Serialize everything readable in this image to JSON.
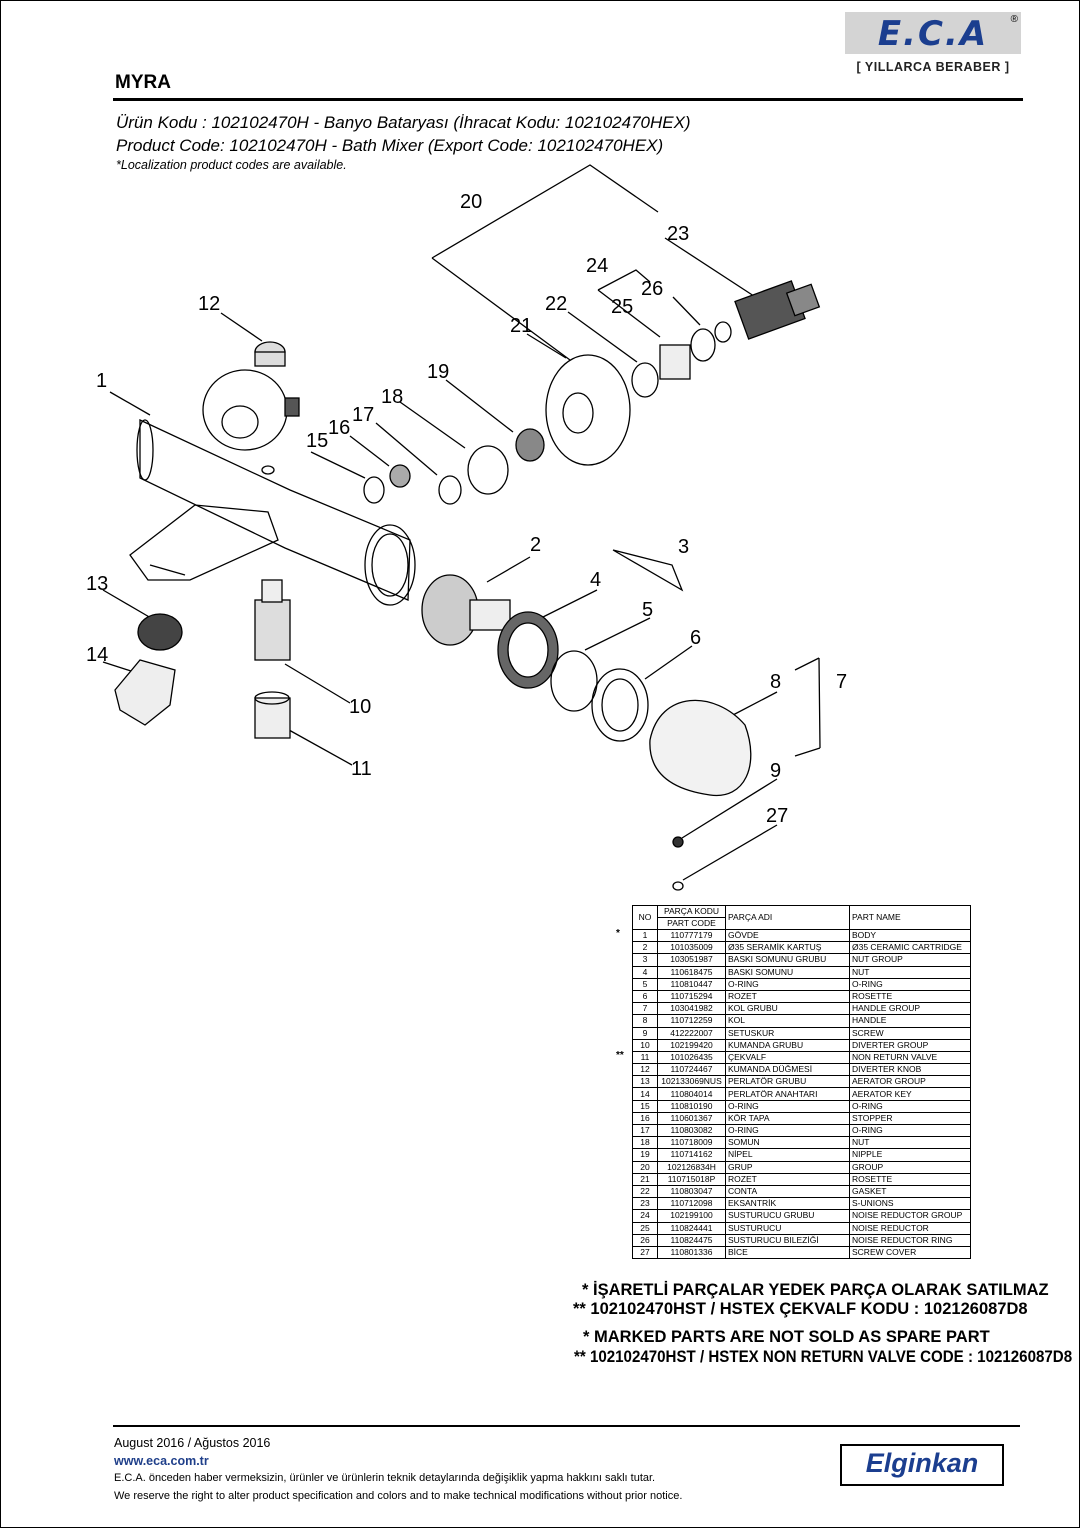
{
  "brand": {
    "logo": "E.C.A",
    "registered": "®",
    "slogan": "[ YILLARCA BERABER ]"
  },
  "model": "MYRA",
  "product": {
    "code_tr": "Ürün Kodu : 102102470H - Banyo Bataryası (İhracat Kodu: 102102470HEX)",
    "code_en": "Product Code: 102102470H - Bath Mixer (Export Code: 102102470HEX)",
    "localization_note": "*Localization product codes are available."
  },
  "callouts": [
    "1",
    "2",
    "3",
    "4",
    "5",
    "6",
    "7",
    "8",
    "9",
    "10",
    "11",
    "12",
    "13",
    "14",
    "15",
    "16",
    "17",
    "18",
    "19",
    "20",
    "21",
    "22",
    "23",
    "24",
    "25",
    "26",
    "27"
  ],
  "table": {
    "headers": {
      "no": "NO",
      "code_tr": "PARÇA KODU",
      "code_en": "PART CODE",
      "name_tr": "PARÇA ADI",
      "name_en": "PART NAME"
    },
    "rows": [
      {
        "mark": "*",
        "no": "1",
        "code": "110777179",
        "name_tr": "GÖVDE",
        "name_en": "BODY"
      },
      {
        "mark": "",
        "no": "2",
        "code": "101035009",
        "name_tr": "Ø35 SERAMİK KARTUŞ",
        "name_en": "Ø35 CERAMIC CARTRIDGE"
      },
      {
        "mark": "",
        "no": "3",
        "code": "103051987",
        "name_tr": "BASKI SOMUNU GRUBU",
        "name_en": "NUT GROUP"
      },
      {
        "mark": "",
        "no": "4",
        "code": "110618475",
        "name_tr": "BASKI SOMUNU",
        "name_en": "NUT"
      },
      {
        "mark": "",
        "no": "5",
        "code": "110810447",
        "name_tr": "O-RING",
        "name_en": "O-RING"
      },
      {
        "mark": "",
        "no": "6",
        "code": "110715294",
        "name_tr": "ROZET",
        "name_en": "ROSETTE"
      },
      {
        "mark": "",
        "no": "7",
        "code": "103041982",
        "name_tr": "KOL GRUBU",
        "name_en": "HANDLE GROUP"
      },
      {
        "mark": "",
        "no": "8",
        "code": "110712259",
        "name_tr": "KOL",
        "name_en": "HANDLE"
      },
      {
        "mark": "",
        "no": "9",
        "code": "412222007",
        "name_tr": "SETUSKUR",
        "name_en": "SCREW"
      },
      {
        "mark": "",
        "no": "10",
        "code": "102199420",
        "name_tr": "KUMANDA GRUBU",
        "name_en": "DIVERTER GROUP"
      },
      {
        "mark": "**",
        "no": "11",
        "code": "101026435",
        "name_tr": "ÇEKVALF",
        "name_en": "NON RETURN VALVE"
      },
      {
        "mark": "",
        "no": "12",
        "code": "110724467",
        "name_tr": "KUMANDA DÜĞMESİ",
        "name_en": "DIVERTER KNOB"
      },
      {
        "mark": "",
        "no": "13",
        "code": "102133069NUS",
        "name_tr": "PERLATÖR GRUBU",
        "name_en": "AERATOR GROUP"
      },
      {
        "mark": "",
        "no": "14",
        "code": "110804014",
        "name_tr": "PERLATÖR ANAHTARI",
        "name_en": "AERATOR KEY"
      },
      {
        "mark": "",
        "no": "15",
        "code": "110810190",
        "name_tr": "O-RING",
        "name_en": "O-RING"
      },
      {
        "mark": "",
        "no": "16",
        "code": "110601367",
        "name_tr": "KÖR TAPA",
        "name_en": "STOPPER"
      },
      {
        "mark": "",
        "no": "17",
        "code": "110803082",
        "name_tr": "O-RING",
        "name_en": "O-RING"
      },
      {
        "mark": "",
        "no": "18",
        "code": "110718009",
        "name_tr": "SOMUN",
        "name_en": "NUT"
      },
      {
        "mark": "",
        "no": "19",
        "code": "110714162",
        "name_tr": "NİPEL",
        "name_en": "NIPPLE"
      },
      {
        "mark": "",
        "no": "20",
        "code": "102126834H",
        "name_tr": "GRUP",
        "name_en": "GROUP"
      },
      {
        "mark": "",
        "no": "21",
        "code": "110715018P",
        "name_tr": "ROZET",
        "name_en": "ROSETTE"
      },
      {
        "mark": "",
        "no": "22",
        "code": "110803047",
        "name_tr": "CONTA",
        "name_en": "GASKET"
      },
      {
        "mark": "",
        "no": "23",
        "code": "110712098",
        "name_tr": "EKSANTRİK",
        "name_en": "S-UNIONS"
      },
      {
        "mark": "",
        "no": "24",
        "code": "102199100",
        "name_tr": "SUSTURUCU GRUBU",
        "name_en": "NOISE REDUCTOR GROUP"
      },
      {
        "mark": "",
        "no": "25",
        "code": "110824441",
        "name_tr": "SUSTURUCU",
        "name_en": "NOISE REDUCTOR"
      },
      {
        "mark": "",
        "no": "26",
        "code": "110824475",
        "name_tr": "SUSTURUCU BILEZİĞİ",
        "name_en": "NOISE REDUCTOR RING"
      },
      {
        "mark": "",
        "no": "27",
        "code": "110801336",
        "name_tr": "BİCE",
        "name_en": "SCREW COVER"
      }
    ]
  },
  "notes": {
    "tr_1": "* İŞARETLİ PARÇALAR YEDEK PARÇA OLARAK SATILMAZ",
    "tr_2": "** 102102470HST / HSTEX ÇEKVALF KODU : 102126087D8",
    "en_1": "* MARKED PARTS ARE NOT SOLD AS SPARE PART",
    "en_2": "** 102102470HST / HSTEX NON RETURN VALVE CODE : 102126087D8"
  },
  "footer": {
    "date": "August 2016 / Ağustos 2016",
    "url": "www.eca.com.tr",
    "disclaimer_tr": "E.C.A. önceden haber vermeksizin, ürünler ve ürünlerin teknik detaylarında değişiklik yapma hakkını saklı tutar.",
    "disclaimer_en": "We reserve the right to alter product specification and colors and to make technical modifications without prior notice.",
    "distributor": "Elginkan"
  }
}
